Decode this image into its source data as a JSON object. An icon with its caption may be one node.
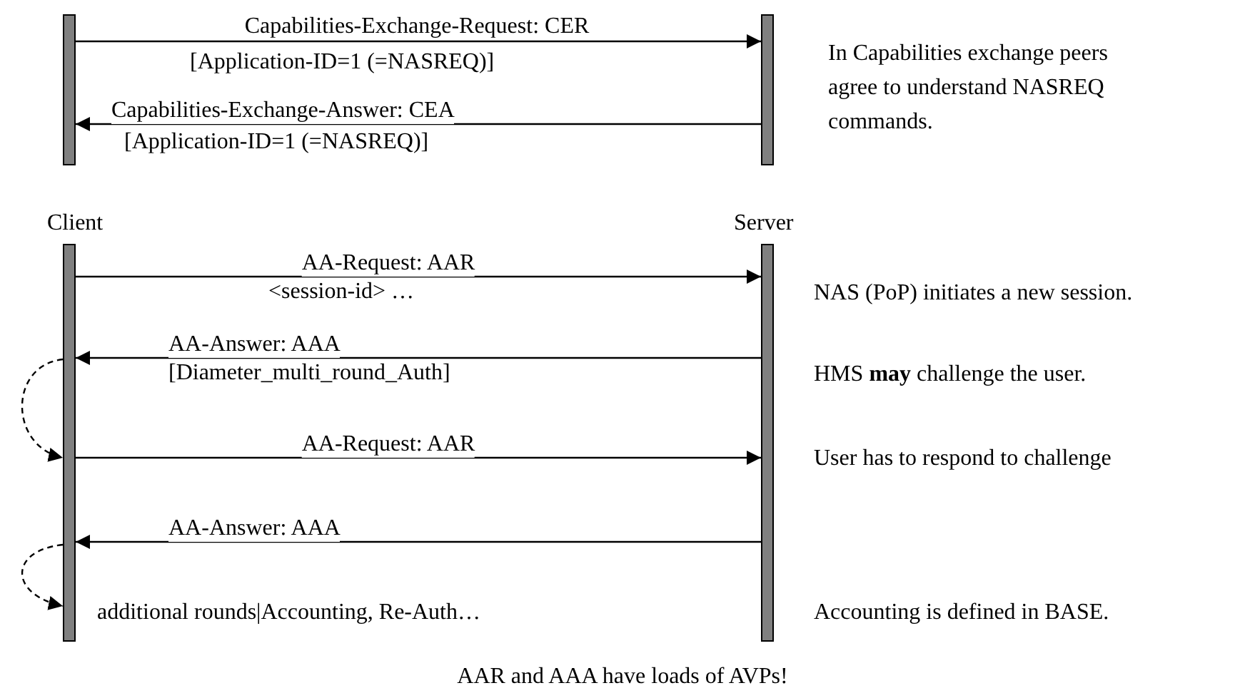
{
  "diagram": {
    "caption": "AAR and AAA have loads of AVPs!",
    "nodes": [
      {
        "text": [],
        "shape": "bar"
      },
      {
        "text": [],
        "shape": "bar"
      },
      {
        "text": [],
        "shape": "bar",
        "beside": [
          "Client"
        ]
      },
      {
        "text": [],
        "shape": "bar",
        "beside": [
          "Server"
        ]
      }
    ],
    "edges": [
      {
        "from": 0,
        "to": 1,
        "arrow": "to",
        "label": "Capabilities-Exchange-Request: CER"
      },
      {
        "from": 1,
        "to": 0,
        "arrow": "to",
        "label": "Capabilities-Exchange-Answer: CEA"
      },
      {
        "from": 2,
        "to": 3,
        "arrow": "to",
        "label": "AA-Request: AAR"
      },
      {
        "from": 3,
        "to": 2,
        "arrow": "to",
        "label": "AA-Answer: AAA"
      },
      {
        "from": 2,
        "to": 2,
        "arrow": "to",
        "style": "dashed"
      },
      {
        "from": 2,
        "to": 3,
        "arrow": "to",
        "label": "AA-Request: AAR"
      },
      {
        "from": 3,
        "to": 2,
        "arrow": "to",
        "label": "AA-Answer: AAA"
      },
      {
        "from": 2,
        "to": 2,
        "arrow": "to",
        "style": "dashed"
      }
    ],
    "labels": [
      "[Application-ID=1 (=NASREQ)]",
      "In Capabilities exchange peers agree to understand NASREQ commands.",
      "[Application-ID=1 (=NASREQ)]",
      "<session-id> …",
      "NAS (PoP) initiates a new session.",
      "HMS **may** challenge the user.",
      "[Diameter_multi_round_Auth]",
      "User has to respond to challenge",
      "additional rounds|Accounting, Re-Auth…",
      "Accounting is defined in BASE."
    ]
  }
}
